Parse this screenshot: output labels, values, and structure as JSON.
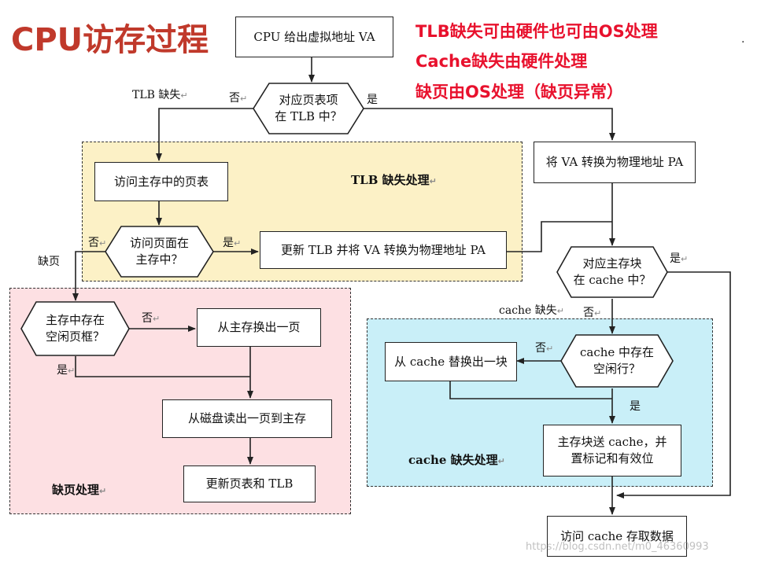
{
  "title": "CPU访存过程",
  "notes": [
    "TLB缺失可由硬件也可由OS处理",
    "Cache缺失由硬件处理",
    "缺页由OS处理（缺页异常）"
  ],
  "regions": {
    "tlb_miss": "TLB 缺失处理",
    "page_fault": "缺页处理",
    "cache_miss": "cache 缺失处理"
  },
  "boxes": {
    "cpu_va": "CPU 给出虚拟地址 VA",
    "access_page_table": "访问主存中的页表",
    "update_tlb": "更新 TLB 并将 VA 转换为物理地址 PA",
    "va_to_pa": "将 VA 转换为物理地址 PA",
    "swap_out_page": "从主存换出一页",
    "read_disk_page": "从磁盘读出一页到主存",
    "update_pt_tlb": "更新页表和 TLB",
    "replace_cache_block": "从 cache 替换出一块",
    "send_block_to_cache": [
      "主存块送 cache，并",
      "置标记和有效位"
    ],
    "access_cache_data": "访问 cache 存取数据"
  },
  "decisions": {
    "in_tlb": [
      "对应页表项",
      "在 TLB 中？"
    ],
    "page_in_memory": [
      "访问页面在",
      "主存中？"
    ],
    "free_frame": [
      "主存中存在",
      "空闲页框？"
    ],
    "block_in_cache": [
      "对应主存块",
      "在 cache 中？"
    ],
    "free_line": [
      "cache 中存在",
      "空闲行？"
    ]
  },
  "labels": {
    "tlb_miss": "TLB 缺失",
    "no": "否",
    "yes": "是",
    "page_fault": "缺页",
    "cache_miss": "cache 缺失"
  },
  "watermark": "https://blog.csdn.net/m0_46360993"
}
